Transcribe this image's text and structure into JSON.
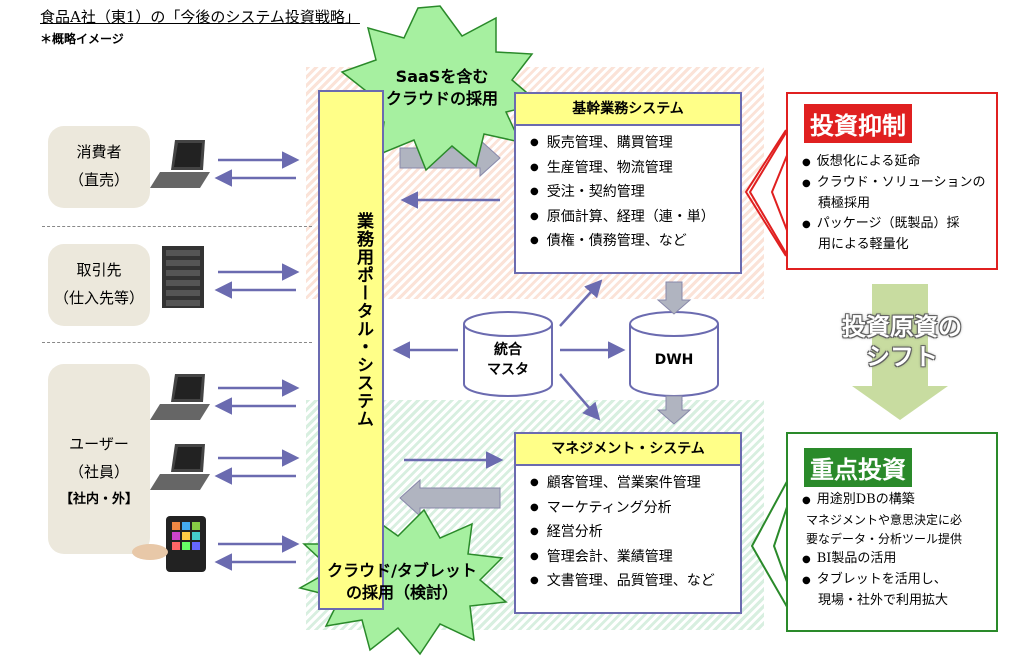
{
  "title": "食品A社（東1）の「今後のシステム投資戦略」",
  "subtitle": "＊概略イメージ",
  "actors": {
    "consumer": {
      "line1": "消費者",
      "line2": "（直売）"
    },
    "supplier": {
      "line1": "取引先",
      "line2": "（仕入先等）"
    },
    "user": {
      "line1": "ユーザー",
      "line2": "（社員）",
      "line3": "【社内・外】"
    }
  },
  "portal": {
    "label": "業務用ポータル・システム"
  },
  "core_system": {
    "header": "基幹業務システム",
    "items": [
      "販売管理、購買管理",
      "生産管理、物流管理",
      "受注・契約管理",
      "原価計算、経理（連・単）",
      "債権・債務管理、など"
    ]
  },
  "management_system": {
    "header": "マネジメント・システム",
    "items": [
      "顧客管理、営業案件管理",
      "マーケティング分析",
      "経営分析",
      "管理会計、業績管理",
      "文書管理、品質管理、など"
    ]
  },
  "master": {
    "line1": "統合",
    "line2": "マスタ"
  },
  "dwh": {
    "label": "DWH"
  },
  "star_saas": {
    "line1": "SaaSを含む",
    "line2": "クラウドの採用"
  },
  "star_cloud": {
    "line1": "クラウド/タブレット",
    "line2": "の採用（検討）"
  },
  "invest_suppress": {
    "title": "投資抑制",
    "items": [
      {
        "line1": "仮想化による延命",
        "line2": ""
      },
      {
        "line1": "クラウド・ソリューションの",
        "line2": "積極採用"
      },
      {
        "line1": "パッケージ（既製品）採",
        "line2": "用による軽量化"
      }
    ]
  },
  "shift": {
    "line1": "投資原資の",
    "line2": "シフト"
  },
  "priority_invest": {
    "title": "重点投資",
    "item1": "用途別DBの構築",
    "note1": "マネジメントや意思決定に必",
    "note2": "要なデータ・分析ツール提供",
    "item2": "BI製品の活用",
    "item3a": "タブレットを活用し、",
    "item3b": "現場・社外で利用拡大"
  },
  "colors": {
    "portal_fill": "#ffff88",
    "border_blue": "#6b6bb0",
    "red": "#e02020",
    "green": "#2a8a2a",
    "star_fill": "#a6f0a0"
  }
}
